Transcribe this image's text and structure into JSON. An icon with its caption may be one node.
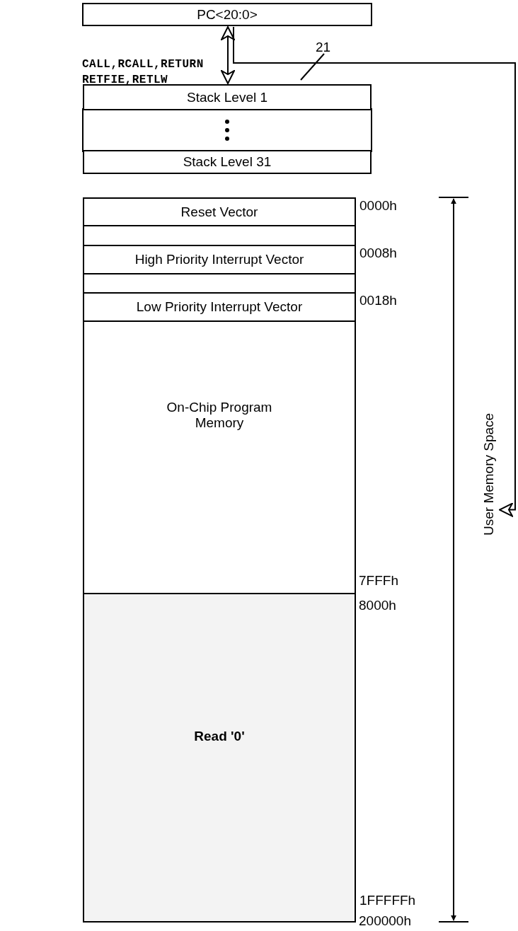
{
  "diagram": {
    "nodes": [
      {
        "text": [
          "PC<20:0>"
        ]
      },
      {
        "text": [
          "Stack Level 1"
        ]
      },
      {
        "text": [
          "Stack Level 31"
        ]
      },
      {
        "text": [
          "Reset Vector"
        ]
      },
      {
        "text": [],
        "shape": "box"
      },
      {
        "text": [
          "High Priority Interrupt Vector"
        ]
      },
      {
        "text": [],
        "shape": "box"
      },
      {
        "text": [
          "Low Priority Interrupt Vector"
        ]
      },
      {
        "text": [
          "On-Chip Program Memory"
        ]
      },
      {
        "text": [
          "Read '0'"
        ]
      },
      {
        "text": [
          "User Memory Space"
        ]
      }
    ],
    "edges": [
      {
        "from": 0,
        "to": 1,
        "arrow": "both",
        "label": "CALL,RCALL,RETURN RETFIE,RETLW"
      },
      {
        "from": 0,
        "to": 10,
        "arrow": "to",
        "label": "21"
      }
    ],
    "labels": [
      "0000h",
      "0008h",
      "0018h",
      "7FFFh",
      "8000h",
      "1FFFFFh",
      "200000h"
    ]
  }
}
